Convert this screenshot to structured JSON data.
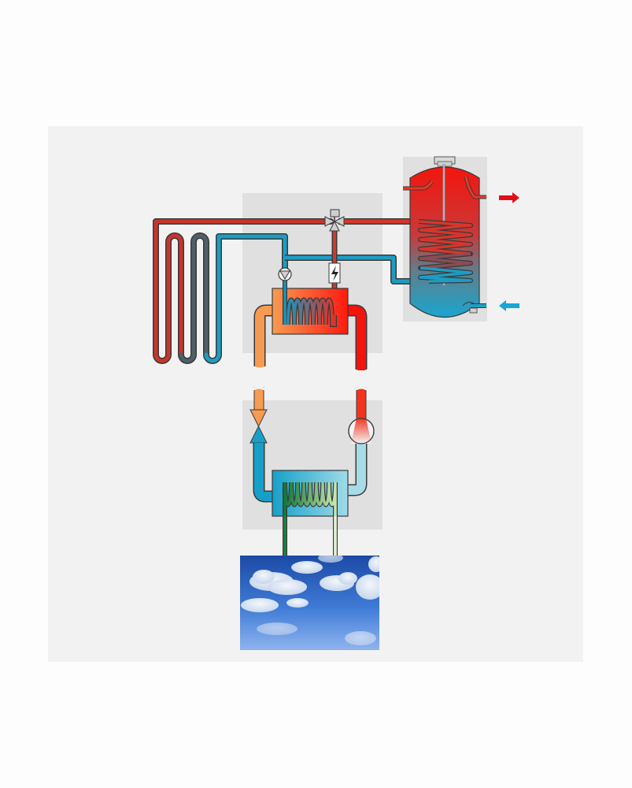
{
  "diagram": {
    "kind": "air-to-water heat pump schematic",
    "components": {
      "floor_heating_loop": "floor-heating-coil",
      "three_way_valve": "three-way-valve",
      "circulation_pump": "pump",
      "backup_heater": "electric-heater-lightning-icon",
      "condenser": "condenser-heat-exchanger",
      "evaporator": "evaporator-heat-exchanger",
      "compressor": "compressor",
      "expansion_valve": "expansion-valve",
      "hot_water_tank": "domestic-hot-water-tank",
      "outdoor_air": "sky-clouds-image"
    },
    "flows": {
      "hot_water_out": "arrow-right-icon",
      "cold_water_in": "arrow-left-icon"
    },
    "colors": {
      "background_panel": "#f2f2f2",
      "unit_panel": "#e0e0e0",
      "hot": "#f0231b",
      "warm": "#f59a50",
      "cold": "#1aa0c8",
      "pale_cold": "#a6dce8",
      "ground_loop_green": "#2a8a3a",
      "hot_arrow": "#e0101a",
      "cold_arrow": "#1aa6d6"
    }
  }
}
